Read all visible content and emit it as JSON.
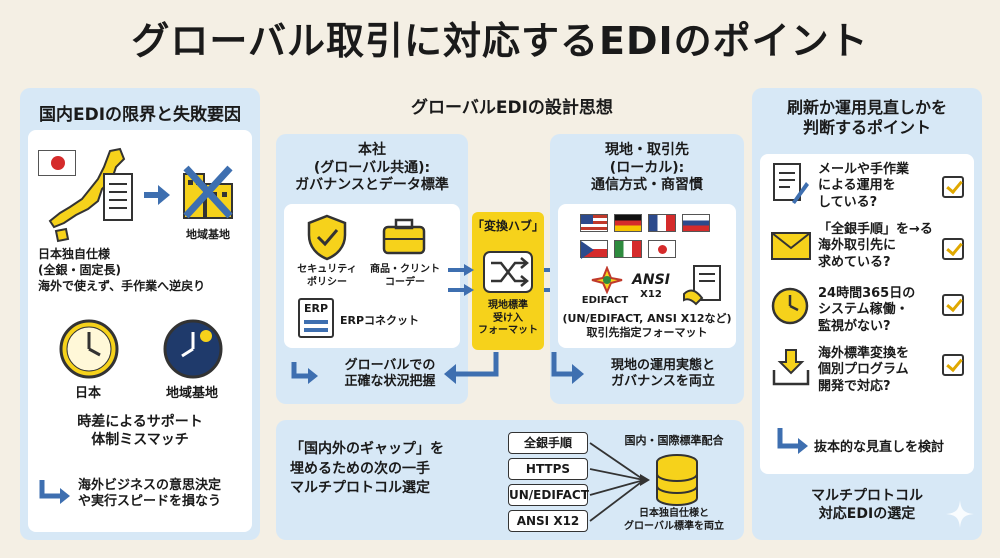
{
  "title": "グローバル取引に対応するEDIのポイント",
  "left": {
    "heading": "国内EDIの限界と失敗要因",
    "map_label": "日本独自仕様\n(全銀・固定長)\n海外で使えず、手作業へ逆戻り",
    "base_label": "地域基地",
    "clock_left_label": "日本",
    "clock_right_label": "地域基地",
    "mismatch": "時差によるサポート\n体制ミスマッチ",
    "result": "海外ビジネスの意思決定\nや実行スピードを損なう"
  },
  "center": {
    "heading": "グローバルEDIの設計思想",
    "hq_title": "本社\n(グローバル共通):\nガバナンスとデータ標準",
    "security": "セキュリティ\nポリシー",
    "product_code": "商品・クリント\nコーデー",
    "erp_icon": "ERP",
    "erp": "ERPコネクット",
    "hq_bottom": "グローバルでの\n正確な状況把握",
    "hub_title": "「変換ハブ」",
    "hub_text": "現地標準\n受け入\nフォーマット",
    "local_title": "現地・取引先\n(ローカル):\n通信方式・商習慣",
    "edifact": "EDIFACT",
    "ansi_logo": "ANSI",
    "ansi_x12": "X12",
    "local_formats": "(UN/EDIFACT, ANSI X12など)\n取引先指定フォーマット",
    "local_bottom": "現地の運用実態と\nガバナンスを両立",
    "bottom_text": "「国内外のギャップ」を\n埋めるための次の一手\nマルチプロトコル選定",
    "protocols": [
      "全銀手順",
      "HTTPS",
      "UN/EDIFACT",
      "ANSI X12"
    ],
    "db_top": "国内・国際標準配合",
    "db_bottom": "日本独自仕様と\nグローバル標準を両立"
  },
  "right": {
    "heading": "刷新か運用見直しかを\n判断するポイント",
    "items": [
      "メールや手作業\nによる運用を\nしている?",
      "「全銀手順」を→る\n海外取引先に\n求めている?",
      "24時間365日の\nシステム稼働・\n監視がない?",
      "海外標準変換を\n個別プログラム\n開発で対応?"
    ],
    "action": "抜本的な見直しを検討",
    "conclusion": "マルチプロトコル\n対応EDIの選定"
  },
  "colors": {
    "panel": "#d7e8f6",
    "accent": "#f6d21b",
    "arrow": "#3e6fb0",
    "bg": "#f4efe4"
  }
}
